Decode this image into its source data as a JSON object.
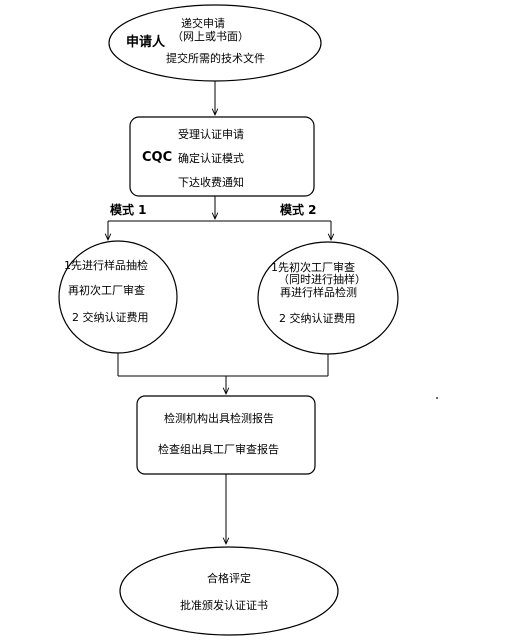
{
  "applicant": {
    "role": "申请人",
    "line1": "递交申请",
    "line2": "（网上或书面）",
    "line3": "提交所需的技术文件"
  },
  "cqc": {
    "label": "CQC",
    "line1": "受理认证申请",
    "line2": "确定认证模式",
    "line3": "下达收费通知"
  },
  "mode1": {
    "label": "模式 1",
    "line1": "1先进行样品抽检",
    "line2": "再初次工厂审查",
    "line3": "2 交纳认证费用"
  },
  "mode2": {
    "label": "模式 2",
    "line1": "1先初次工厂审查",
    "line2": "（同时进行抽样）",
    "line3": "再进行样品检测",
    "line4": "2 交纳认证费用"
  },
  "reports": {
    "line1": "检测机构出具检测报告",
    "line2": "检查组出具工厂审查报告"
  },
  "result": {
    "line1": "合格评定",
    "line2": "批准颁发认证证书"
  }
}
